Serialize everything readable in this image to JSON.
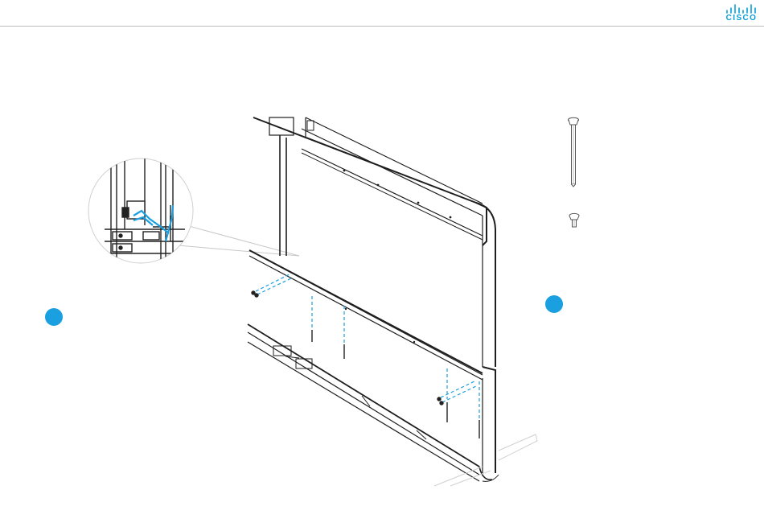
{
  "brand": {
    "logo_text": "CISCO",
    "accent_color": "#049fd9"
  },
  "icons": {
    "logo": "cisco-bridge-logo-icon",
    "long_screw": "long-screw-icon",
    "short_screw": "short-screw-icon"
  },
  "callouts": [
    {
      "id": "step-marker-1",
      "color": "#1a9fe0"
    },
    {
      "id": "step-marker-2",
      "color": "#1a9fe0"
    }
  ]
}
